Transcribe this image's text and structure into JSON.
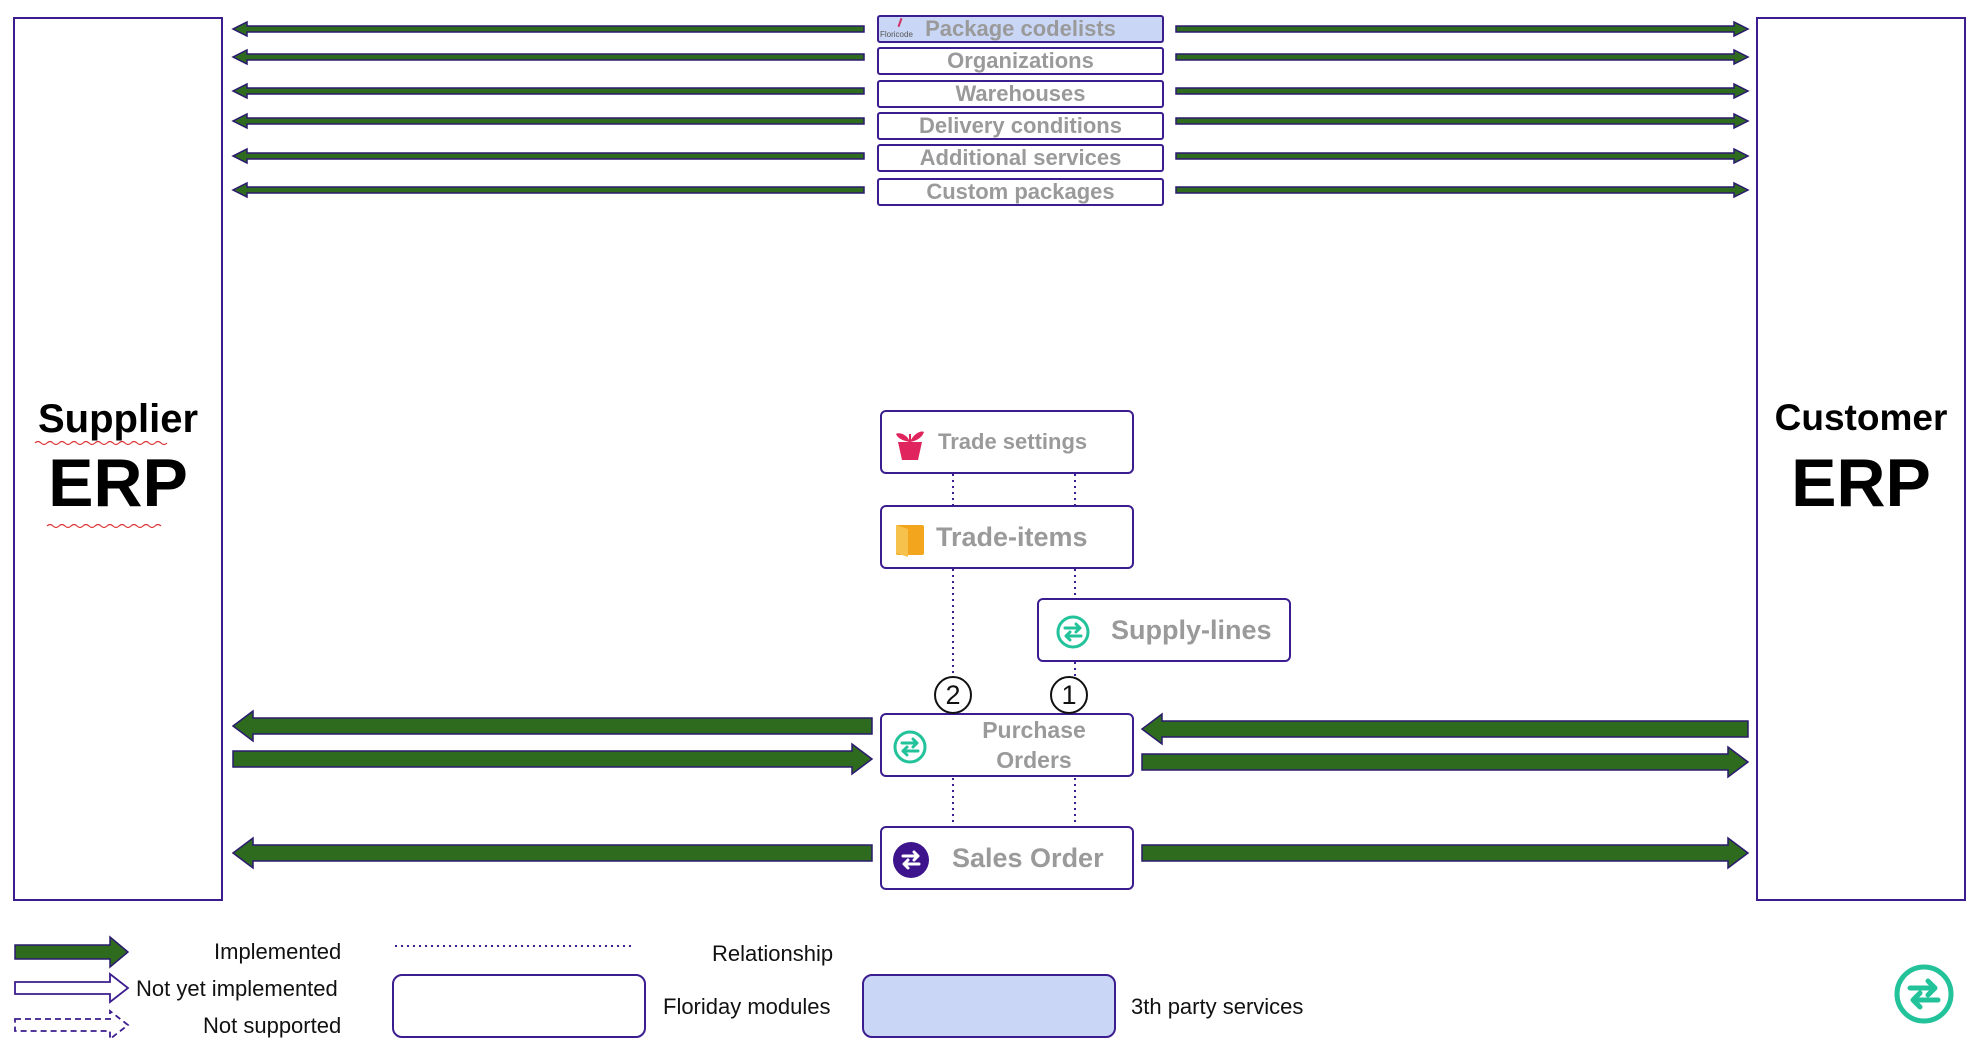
{
  "supplier": {
    "line1": "Supplier",
    "line2": "ERP"
  },
  "customer": {
    "line1": "Customer",
    "line2": "ERP"
  },
  "services": [
    {
      "label": "Package codelists",
      "third_party": true,
      "logo_text": "Floricode"
    },
    {
      "label": "Organizations",
      "third_party": false
    },
    {
      "label": "Warehouses",
      "third_party": false
    },
    {
      "label": "Delivery conditions",
      "third_party": false
    },
    {
      "label": "Additional services",
      "third_party": false
    },
    {
      "label": "Custom packages",
      "third_party": false
    }
  ],
  "modules": {
    "trade_settings": {
      "label": "Trade settings",
      "icon": "plant-pot-icon"
    },
    "trade_items": {
      "label": "Trade-items",
      "icon": "folder-icon"
    },
    "supply_lines": {
      "label": "Supply-lines",
      "icon": "exchange-icon"
    },
    "purchase_orders": {
      "line1": "Purchase",
      "line2": "Orders",
      "icon": "exchange-icon"
    },
    "sales_order": {
      "label": "Sales Order",
      "icon": "exchange-icon"
    }
  },
  "badges": {
    "two": "2",
    "one": "1"
  },
  "legend": {
    "implemented": "Implemented",
    "not_yet_implemented": "Not yet implemented",
    "not_supported": "Not supported",
    "relationship": "Relationship",
    "floriday_modules": "Floriday modules",
    "third_party_services": "3th party services"
  },
  "colors": {
    "arrow_fill": "#2f6b1f",
    "arrow_stroke": "#2b1a6e",
    "border": "#3b1d8f",
    "third_party_fill": "#c9d6f5",
    "teal": "#22c29a",
    "purple": "#3d148c",
    "pink": "#e0245e",
    "orange": "#f3a51d"
  }
}
